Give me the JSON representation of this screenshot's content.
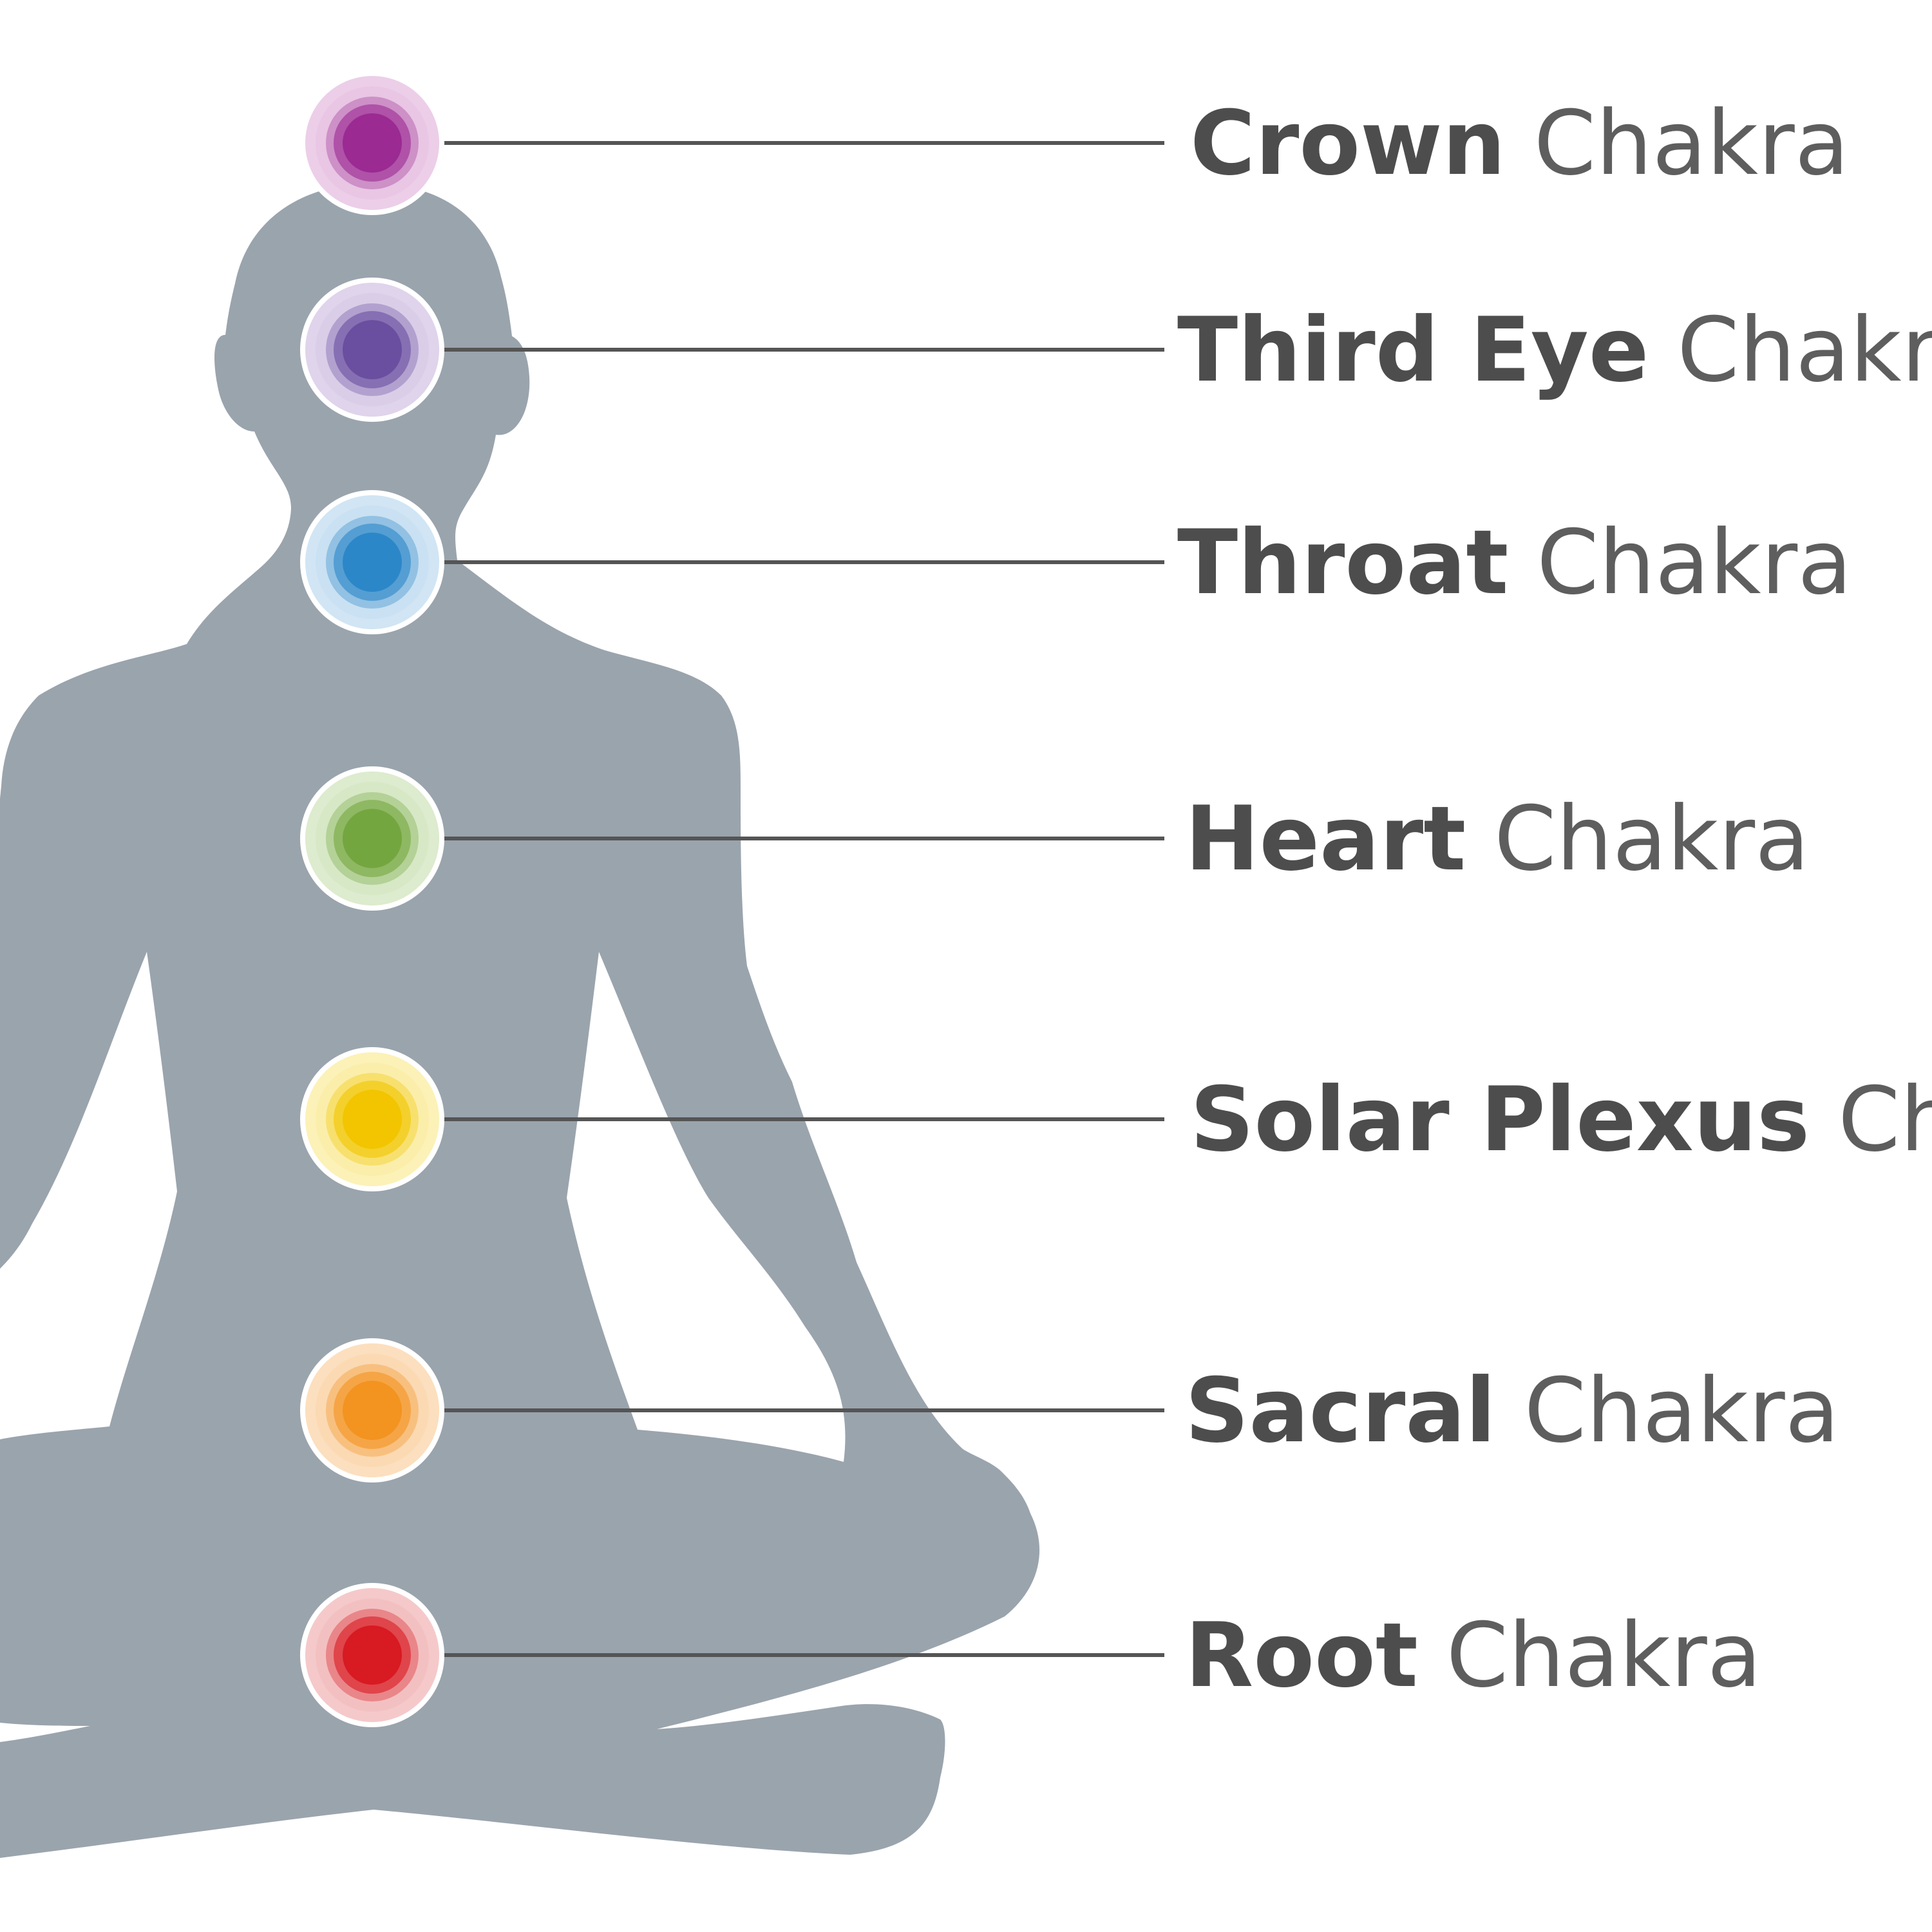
{
  "diagram": {
    "body_color": "#9aa4ad",
    "line_color": "#555555",
    "chakras": [
      {
        "name": "Crown",
        "suffix": "Chakra",
        "color": "#9b2a92",
        "halo": "#e9c6e4"
      },
      {
        "name": "Third Eye",
        "suffix": "Chakra",
        "color": "#6a4fa0",
        "halo": "#d9cde8"
      },
      {
        "name": "Throat",
        "suffix": "Chakra",
        "color": "#2c87c8",
        "halo": "#c9e1f2"
      },
      {
        "name": "Heart",
        "suffix": "Chakra",
        "color": "#74a640",
        "halo": "#d7e8c6"
      },
      {
        "name": "Solar Plexus",
        "suffix": "Chakra",
        "color": "#f2c500",
        "halo": "#fbeeaa"
      },
      {
        "name": "Sacral",
        "suffix": "Chakra",
        "color": "#f39320",
        "halo": "#fbd9b3"
      },
      {
        "name": "Root",
        "suffix": "Chakra",
        "color": "#d81a22",
        "halo": "#f3c0c1"
      }
    ]
  }
}
